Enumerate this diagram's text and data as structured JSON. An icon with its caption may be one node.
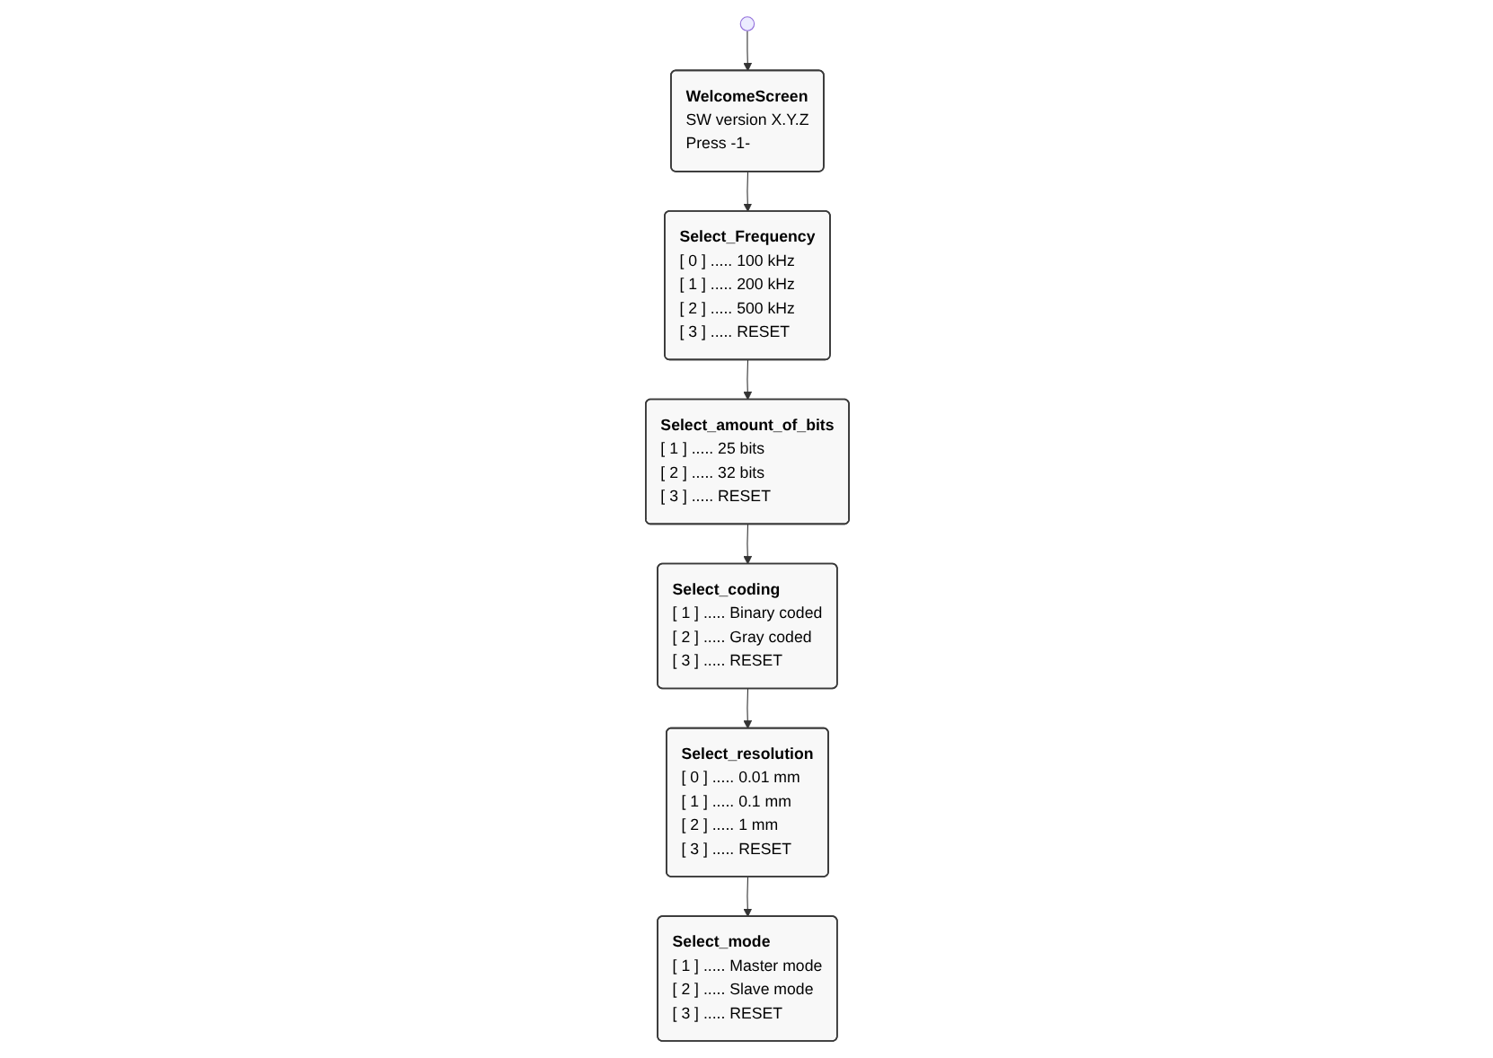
{
  "diagram": {
    "nodes": [
      {
        "text": [],
        "shape": "circle"
      },
      {
        "text": [
          "WelcomeScreen",
          "SW version X.Y.Z",
          "Press -1-"
        ]
      },
      {
        "text": [
          "Select_Frequency",
          "[ 0 ] ..... 100 kHz",
          "[ 1 ] ..... 200 kHz",
          "[ 2 ] ..... 500 kHz",
          "[ 3 ] ..... RESET"
        ]
      },
      {
        "text": [
          "Select_amount_of_bits",
          "[ 1 ] ..... 25 bits",
          "[ 2 ] ..... 32 bits",
          "[ 3 ] ..... RESET"
        ]
      },
      {
        "text": [
          "Select_coding",
          "[ 1 ] ..... Binary coded",
          "[ 2 ] ..... Gray coded",
          "[ 3 ] ..... RESET"
        ]
      },
      {
        "text": [
          "Select_resolution",
          "[ 0 ] ..... 0.01 mm",
          "[ 1 ] ..... 0.1 mm",
          "[ 2 ] ..... 1 mm",
          "[ 3 ] ..... RESET"
        ]
      },
      {
        "text": [
          "Select_mode",
          "[ 1 ] ..... Master mode",
          "[ 2 ] ..... Slave mode",
          "[ 3 ] ..... RESET"
        ]
      }
    ],
    "edges": [
      {
        "from": 0,
        "to": 1,
        "arrow": "to"
      },
      {
        "from": 1,
        "to": 2,
        "arrow": "to"
      },
      {
        "from": 2,
        "to": 3,
        "arrow": "to"
      },
      {
        "from": 3,
        "to": 4,
        "arrow": "to"
      },
      {
        "from": 4,
        "to": 5,
        "arrow": "to"
      },
      {
        "from": 5,
        "to": 6,
        "arrow": "to"
      }
    ]
  }
}
